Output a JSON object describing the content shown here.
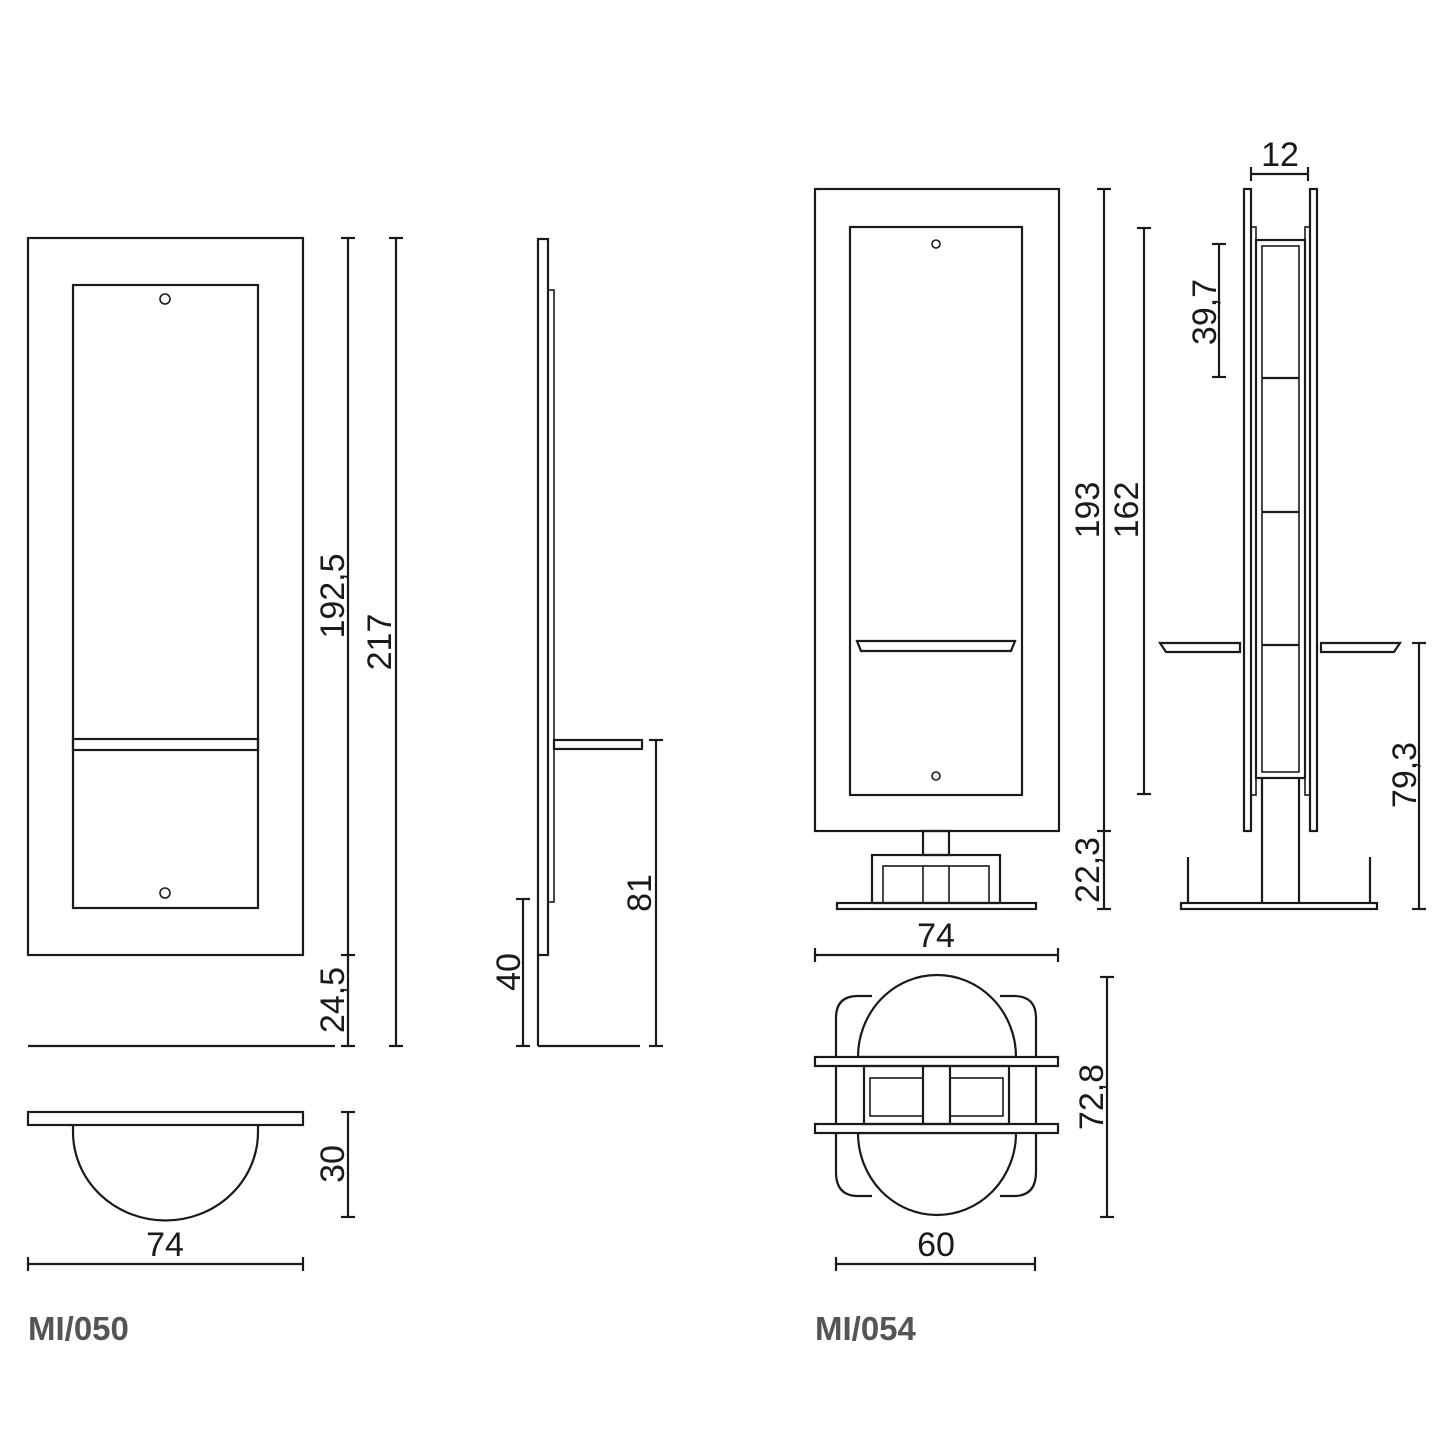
{
  "models": {
    "left": "MI/050",
    "right": "MI/054"
  },
  "mi050": {
    "height_inner": "192,5",
    "height_total": "217",
    "base_height": "24,5",
    "shelf_height": "81",
    "foot_height": "40",
    "depth": "30",
    "width": "74"
  },
  "mi054": {
    "thickness": "12",
    "shelf_spacing": "39,7",
    "height_total": "193",
    "height_panel": "162",
    "base_height": "22,3",
    "shelf_height": "79,3",
    "width": "74",
    "depth": "72,8",
    "base_width": "60"
  }
}
